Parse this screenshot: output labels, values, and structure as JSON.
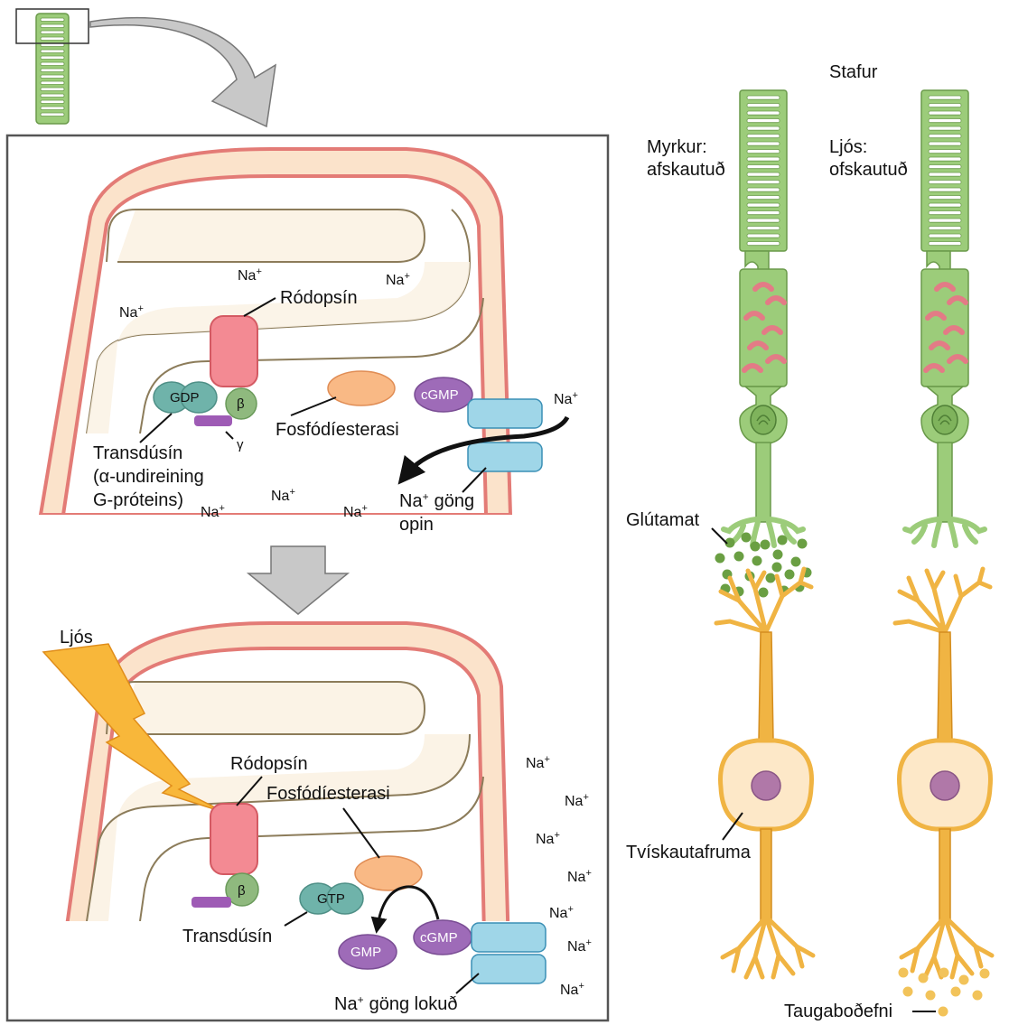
{
  "top_panel": {
    "rhodopsin": "Ródopsín",
    "gdp": "GDP",
    "beta": "β",
    "gamma": "γ",
    "transducin_l1": "Transdúsín",
    "transducin_l2": "(α-undireining",
    "transducin_l3": "G-próteins)",
    "pde": "Fosfódíesterasi",
    "cgmp": "cGMP",
    "channel_l1": "göng",
    "channel_l2": "opin",
    "sodium": "Na",
    "plus": "+"
  },
  "bottom_panel": {
    "light": "Ljós",
    "rhodopsin": "Ródopsín",
    "pde": "Fosfódíesterasi",
    "beta": "β",
    "gtp": "GTP",
    "transducin": "Transdúsín",
    "gmp": "GMP",
    "cgmp": "cGMP",
    "channel": "göng lokuð",
    "sodium": "Na",
    "plus": "+"
  },
  "right_panel": {
    "title": "Stafur",
    "dark_l1": "Myrkur:",
    "dark_l2": "afskautuð",
    "light_l1": "Ljós:",
    "light_l2": "ofskautuð",
    "glutamate": "Glútamat",
    "bipolar": "Tvískautafruma",
    "neurotransmitter": "Taugaboðefni"
  },
  "colors": {
    "rod_green": "#9ccc7a",
    "rod_stroke": "#6a9a4a",
    "membrane_outer": "#e37b76",
    "membrane_fill": "#fbe3cb",
    "disc_fill": "#fbf3e6",
    "rhodopsin": "#f38a93",
    "transducin": "#6fb3aa",
    "beta": "#8fb97e",
    "gamma": "#9e5bb5",
    "pde": "#f9b985",
    "cgmp": "#9e6bb8",
    "channel": "#9fd6e8",
    "bipolar": "#f0b443",
    "glutamate": "#6a9f43",
    "neurotransmitter": "#f2c35a",
    "lightning": "#f8b73a"
  }
}
